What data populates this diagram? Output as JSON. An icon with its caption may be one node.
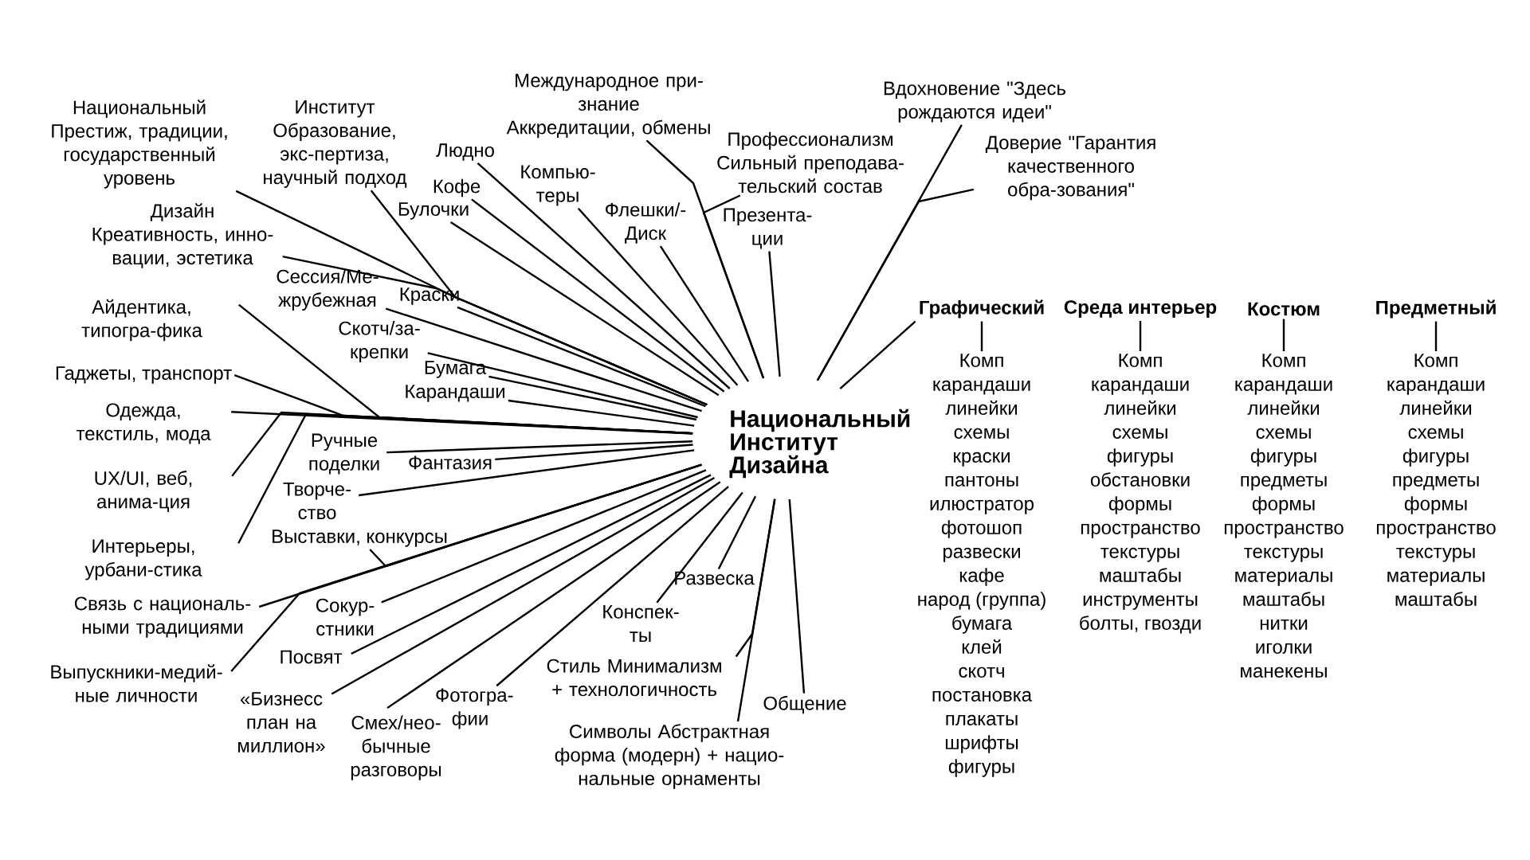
{
  "diagram": {
    "nodes": [
      {
        "text": [
          "Национальный Институт Дизайна"
        ]
      },
      {
        "text": [
          "Национальный",
          "Престиж, традиции, государственный уровень"
        ]
      },
      {
        "text": [
          "Институт",
          "Образование, экс-пертиза, научный подход"
        ]
      },
      {
        "text": [
          "Дизайн",
          "Креативность, инно-вации, эстетика"
        ]
      },
      {
        "text": [
          "Людно"
        ]
      },
      {
        "text": [
          "Кофе"
        ]
      },
      {
        "text": [
          "Булочки"
        ]
      },
      {
        "text": [
          "Международное при-знание",
          "Аккредитации, обмены"
        ]
      },
      {
        "text": [
          "Профессионализм",
          "Сильный преподава-тельский состав"
        ]
      },
      {
        "text": [
          "Компью-теры"
        ]
      },
      {
        "text": [
          "Флешки/-Диск"
        ]
      },
      {
        "text": [
          "Презента-ции"
        ]
      },
      {
        "text": [
          "Вдохновение \"Здесь рождаются идеи\""
        ]
      },
      {
        "text": [
          "Доверие \"Гарантия качественного обра-зования\""
        ]
      },
      {
        "text": [
          "Краски"
        ]
      },
      {
        "text": [
          "Сессия/Ме-жрубежная"
        ]
      },
      {
        "text": [
          "Скотч/за-крепки"
        ]
      },
      {
        "text": [
          "Бумага"
        ]
      },
      {
        "text": [
          "Карандаши"
        ]
      },
      {
        "text": [
          "Айдентика, типогра-фика"
        ]
      },
      {
        "text": [
          "Гаджеты, транспорт"
        ]
      },
      {
        "text": [
          "Одежда, текстиль, мода"
        ]
      },
      {
        "text": [
          "UX/UI, веб, анима-ция"
        ]
      },
      {
        "text": [
          "Интерьеры, урбани-стика"
        ]
      },
      {
        "text": [
          "Ручные поделки"
        ]
      },
      {
        "text": [
          "Фантазия"
        ]
      },
      {
        "text": [
          "Творче-ство"
        ]
      },
      {
        "text": [
          "Выставки, конкурсы"
        ]
      },
      {
        "text": [
          "Связь с националь-ными традициями"
        ]
      },
      {
        "text": [
          "Выпускники-медий-ные личности"
        ]
      },
      {
        "text": [
          "Сокур-стники"
        ]
      },
      {
        "text": [
          "Посвят"
        ]
      },
      {
        "text": [
          "«Бизнесс план на миллион»"
        ]
      },
      {
        "text": [
          "Смех/нео-бычные разговоры"
        ]
      },
      {
        "text": [
          "Фотогра-фии"
        ]
      },
      {
        "text": [
          "Конспек-ты"
        ]
      },
      {
        "text": [
          "Развеска"
        ]
      },
      {
        "text": [
          "Стиль Минимализм + технологичность"
        ]
      },
      {
        "text": [
          "Символы Абстрактная форма (модерн) + нацио-нальные орнаменты"
        ]
      },
      {
        "text": [
          "Общение"
        ]
      },
      {
        "text": [
          "Графический"
        ]
      },
      {
        "text": [
          "Комп",
          "карандаши",
          "линейки",
          "схемы",
          "краски",
          "пантоны",
          "илюстратор",
          "фотошоп",
          "развески",
          "кафе",
          "народ (группа)",
          "бумага",
          "клей",
          "скотч",
          "постановка",
          "плакаты",
          "шрифты",
          "фигуры"
        ]
      },
      {
        "text": [
          "Среда интерьер"
        ]
      },
      {
        "text": [
          "Комп",
          "карандаши",
          "линейки",
          "схемы",
          "фигуры",
          "обстановки",
          "формы",
          "пространство",
          "текстуры",
          "маштабы",
          "инструменты",
          "болты, гвозди"
        ]
      },
      {
        "text": [
          "Костюм"
        ]
      },
      {
        "text": [
          "Комп",
          "карандаши",
          "линейки",
          "схемы",
          "фигуры",
          "предметы",
          "формы",
          "пространство",
          "текстуры",
          "материалы",
          "маштабы",
          "нитки",
          "иголки",
          "манекены"
        ]
      },
      {
        "text": [
          "Предметный"
        ]
      },
      {
        "text": [
          "Комп",
          "карандаши",
          "линейки",
          "схемы",
          "фигуры",
          "предметы",
          "формы",
          "пространство",
          "текстуры",
          "материалы",
          "маштабы"
        ]
      }
    ],
    "edges": [
      {
        "from": 1,
        "to": 0,
        "arrow": "none"
      },
      {
        "from": 2,
        "to": 0,
        "arrow": "none"
      },
      {
        "from": 3,
        "to": 0,
        "arrow": "none"
      },
      {
        "from": 4,
        "to": 0,
        "arrow": "none"
      },
      {
        "from": 5,
        "to": 0,
        "arrow": "none"
      },
      {
        "from": 6,
        "to": 0,
        "arrow": "none"
      },
      {
        "from": 7,
        "to": 0,
        "arrow": "none"
      },
      {
        "from": 8,
        "to": 0,
        "arrow": "none"
      },
      {
        "from": 9,
        "to": 0,
        "arrow": "none"
      },
      {
        "from": 10,
        "to": 0,
        "arrow": "none"
      },
      {
        "from": 11,
        "to": 0,
        "arrow": "none"
      },
      {
        "from": 12,
        "to": 0,
        "arrow": "none"
      },
      {
        "from": 13,
        "to": 0,
        "arrow": "none"
      },
      {
        "from": 14,
        "to": 0,
        "arrow": "none"
      },
      {
        "from": 15,
        "to": 0,
        "arrow": "none"
      },
      {
        "from": 16,
        "to": 0,
        "arrow": "none"
      },
      {
        "from": 17,
        "to": 0,
        "arrow": "none"
      },
      {
        "from": 18,
        "to": 0,
        "arrow": "none"
      },
      {
        "from": 19,
        "to": 0,
        "arrow": "none"
      },
      {
        "from": 20,
        "to": 0,
        "arrow": "none"
      },
      {
        "from": 21,
        "to": 0,
        "arrow": "none"
      },
      {
        "from": 22,
        "to": 0,
        "arrow": "none"
      },
      {
        "from": 23,
        "to": 0,
        "arrow": "none"
      },
      {
        "from": 24,
        "to": 0,
        "arrow": "none"
      },
      {
        "from": 25,
        "to": 0,
        "arrow": "none"
      },
      {
        "from": 26,
        "to": 0,
        "arrow": "none"
      },
      {
        "from": 27,
        "to": 0,
        "arrow": "none"
      },
      {
        "from": 28,
        "to": 0,
        "arrow": "none"
      },
      {
        "from": 29,
        "to": 0,
        "arrow": "none"
      },
      {
        "from": 30,
        "to": 0,
        "arrow": "none"
      },
      {
        "from": 31,
        "to": 0,
        "arrow": "none"
      },
      {
        "from": 32,
        "to": 0,
        "arrow": "none"
      },
      {
        "from": 33,
        "to": 0,
        "arrow": "none"
      },
      {
        "from": 34,
        "to": 0,
        "arrow": "none"
      },
      {
        "from": 35,
        "to": 0,
        "arrow": "none"
      },
      {
        "from": 36,
        "to": 0,
        "arrow": "none"
      },
      {
        "from": 37,
        "to": 0,
        "arrow": "none"
      },
      {
        "from": 38,
        "to": 0,
        "arrow": "none"
      },
      {
        "from": 39,
        "to": 0,
        "arrow": "none"
      },
      {
        "from": 0,
        "to": 40,
        "arrow": "none"
      },
      {
        "from": 40,
        "to": 41,
        "arrow": "none"
      },
      {
        "from": 42,
        "to": 43,
        "arrow": "none"
      },
      {
        "from": 44,
        "to": 45,
        "arrow": "none"
      },
      {
        "from": 46,
        "to": 47,
        "arrow": "none"
      }
    ]
  }
}
